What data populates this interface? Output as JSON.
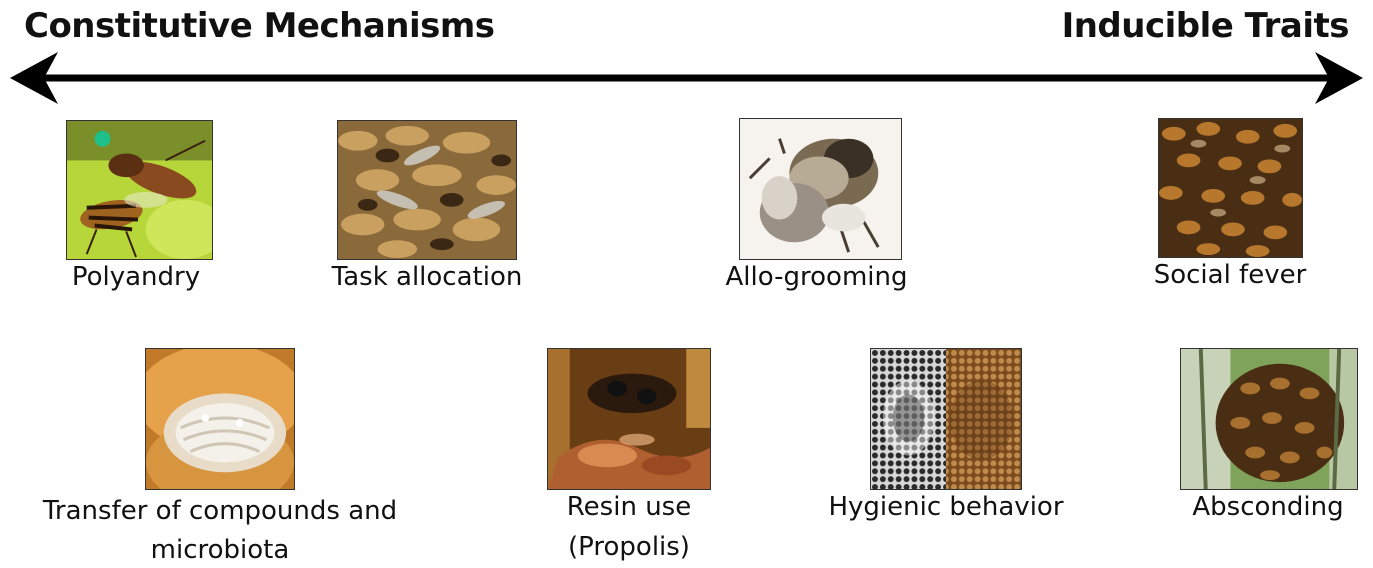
{
  "headings": {
    "left": "Constitutive Mechanisms",
    "right": "Inducible Traits"
  },
  "items": [
    {
      "label": "Polyandry"
    },
    {
      "label": "Task allocation"
    },
    {
      "label": "Allo-grooming"
    },
    {
      "label": "Social fever"
    },
    {
      "label": "Transfer of compounds and",
      "label2": "microbiota"
    },
    {
      "label": "Resin use",
      "label2": "(Propolis)"
    },
    {
      "label": "Hygienic behavior"
    },
    {
      "label": "Absconding"
    }
  ]
}
